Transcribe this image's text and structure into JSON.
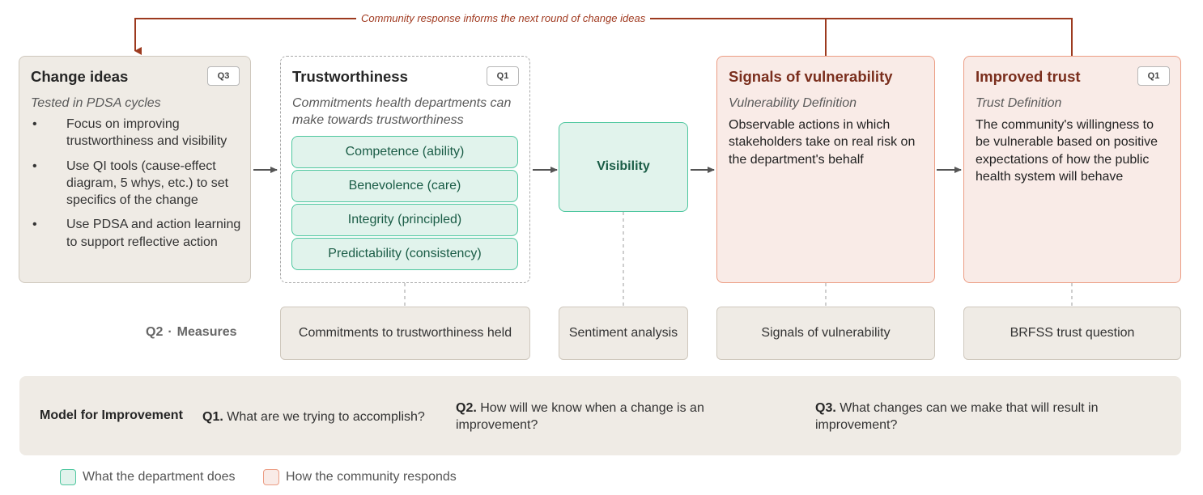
{
  "feedback_loop": {
    "label": "Community response informs the next round of change ideas"
  },
  "change_ideas": {
    "title": "Change ideas",
    "badge": "Q3",
    "subtitle": "Tested in PDSA cycles",
    "bullets": [
      {
        "marker": "•",
        "text_l1": "Focus on improving",
        "text_l2": "trustworthiness and visibility",
        "text_l3": ""
      },
      {
        "marker": "•",
        "text_l1": "Use QI tools (cause-effect",
        "text_l2": "diagram, 5 whys, etc.) to set",
        "text_l3": "specifics of the change"
      },
      {
        "marker": "•",
        "text_l1": "Use PDSA and action learning",
        "text_l2": "to support reflective action",
        "text_l3": ""
      }
    ]
  },
  "trustworthiness": {
    "title": "Trustworthiness",
    "badge": "Q1",
    "subtitle_l1": "Commitments health departments can",
    "subtitle_l2": "make towards trustworthiness",
    "dimensions": [
      "Competence (ability)",
      "Benevolence (care)",
      "Integrity (principled)",
      "Predictability (consistency)"
    ]
  },
  "visibility": {
    "label": "Visibility"
  },
  "vulnerability": {
    "title": "Signals of vulnerability",
    "subtitle": "Vulnerability Definition",
    "desc_l1": "Observable actions in which",
    "desc_l2": "stakeholders take on real risk on",
    "desc_l3": "the department's behalf"
  },
  "improved_trust": {
    "title": "Improved trust",
    "badge": "Q1",
    "subtitle": "Trust Definition",
    "desc_l1": "The community's willingness to",
    "desc_l2": "be vulnerable based on positive",
    "desc_l3": "expectations of how the public",
    "desc_l4": "health system will behave"
  },
  "measures": {
    "q": "Q2",
    "sep": "·",
    "label": "Measures",
    "items": [
      "Commitments to trustworthiness held",
      "Sentiment analysis",
      "Signals of vulnerability",
      "BRFSS trust question"
    ]
  },
  "model": {
    "title": "Model for Improvement",
    "q1_label": "Q1.",
    "q1_text": "What are we trying to accomplish?",
    "q2_label": "Q2.",
    "q2_text_l1": "How will we know when a change is an",
    "q2_text_l2": "improvement?",
    "q3_label": "Q3.",
    "q3_text_l1": "What changes can we make that will result in",
    "q3_text_l2": "improvement?"
  },
  "legend": [
    {
      "label": "What the department does",
      "fill": "#e1f3ec",
      "stroke": "#4ec79f"
    },
    {
      "label": "How the community responds",
      "fill": "#f9ebe7",
      "stroke": "#ec9d84"
    }
  ],
  "colors": {
    "feedback_line": "#9c3a1f",
    "arrow": "#555555",
    "connector": "#bdbdbd"
  }
}
